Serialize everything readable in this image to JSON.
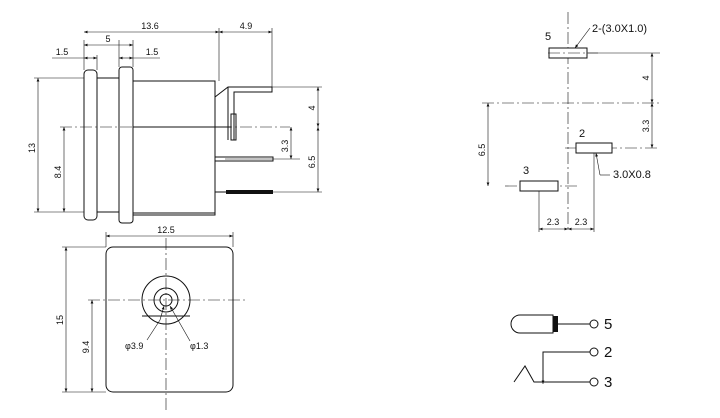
{
  "side_view": {
    "dims": {
      "total_length": "13.6",
      "pin_protrusion": "4.9",
      "collar_width": "5",
      "flange_left": "1.5",
      "flange_right": "1.5",
      "height": "13",
      "center_height": "8.4",
      "pin5_offset": "4",
      "pin2_offset": "3.3",
      "pin3_offset": "6.5"
    }
  },
  "front_view": {
    "dims": {
      "width": "12.5",
      "height": "15",
      "center_height": "9.4",
      "outer_diameter": "φ3.9",
      "pin_diameter": "φ1.3"
    }
  },
  "pcb_layout": {
    "pin_labels": {
      "pin5": "5",
      "pin2": "2",
      "pin3": "3"
    },
    "slot_large": "2-(3.0X1.0)",
    "slot_small": "3.0X0.8",
    "dims": {
      "vertical_4": "4",
      "vertical_3_3": "3.3",
      "vertical_6_5": "6.5",
      "horiz_left": "2.3",
      "horiz_right": "2.3"
    }
  },
  "schematic": {
    "pins": [
      "5",
      "2",
      "3"
    ]
  }
}
